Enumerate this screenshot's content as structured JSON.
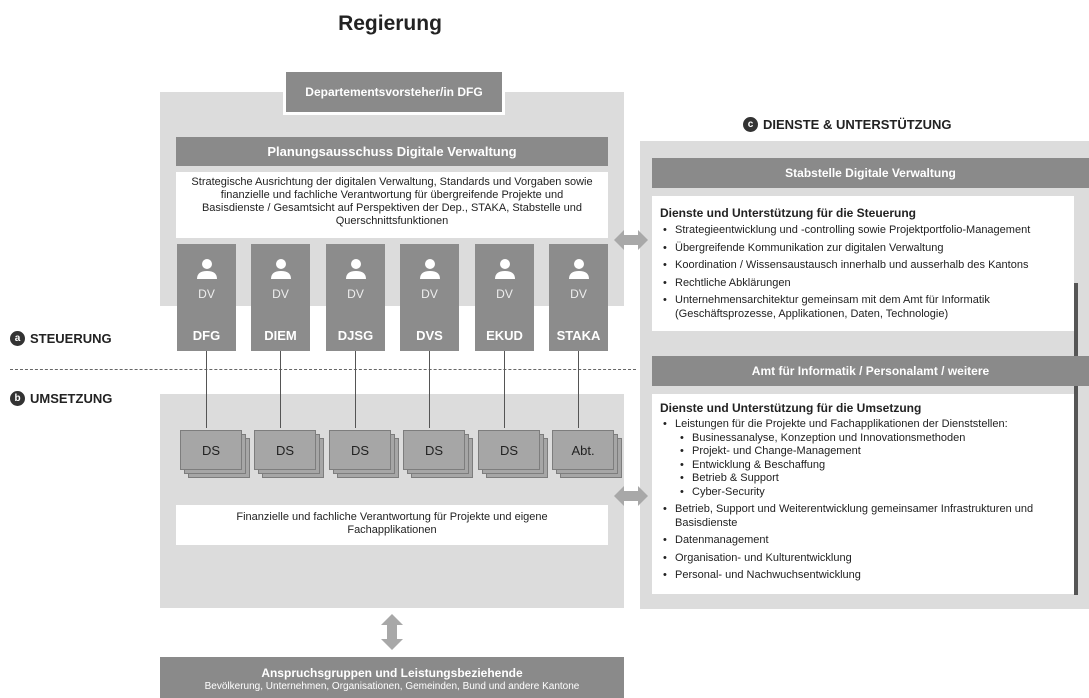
{
  "title": "Regierung",
  "head_box": "Departementsvorsteher/in DFG",
  "planning": {
    "title": "Planungsausschuss Digitale Verwaltung",
    "text": "Strategische Ausrichtung der digitalen Verwaltung, Standards und Vorgaben sowie finanzielle und fachliche Verantwortung für übergreifende Projekte und Basisdienste / Gesamtsicht auf Perspektiven der Dep., STAKA, Stabstelle und Querschnittsfunktionen"
  },
  "departments": [
    {
      "dv": "DV",
      "name": "DFG",
      "unit": "DS"
    },
    {
      "dv": "DV",
      "name": "DIEM",
      "unit": "DS"
    },
    {
      "dv": "DV",
      "name": "DJSG",
      "unit": "DS"
    },
    {
      "dv": "DV",
      "name": "DVS",
      "unit": "DS"
    },
    {
      "dv": "DV",
      "name": "EKUD",
      "unit": "DS"
    },
    {
      "dv": "DV",
      "name": "STAKA",
      "unit": "Abt."
    }
  ],
  "sections": {
    "a": {
      "badge": "a",
      "label": "STEUERUNG"
    },
    "b": {
      "badge": "b",
      "label": "UMSETZUNG"
    },
    "c": {
      "badge": "c",
      "label": "DIENSTE & UNTERSTÜTZUNG"
    }
  },
  "umsetzung_text": "Finanzielle und fachliche Verantwortung für Projekte und eigene Fachapplikationen",
  "stabstelle": {
    "title": "Stabstelle Digitale Verwaltung",
    "heading": "Dienste und Unterstützung für die Steuerung",
    "items": [
      "Strategieentwicklung und -controlling sowie Projektportfolio-Management",
      "Übergreifende Kommunikation zur digitalen Verwaltung",
      "Koordination / Wissensaustausch innerhalb und ausserhalb des Kantons",
      "Rechtliche Abklärungen",
      "Unternehmensarchitektur gemeinsam mit dem Amt für Informatik (Geschäftsprozesse, Applikationen, Daten, Technologie)"
    ]
  },
  "amt": {
    "title": "Amt für Informatik / Personalamt / weitere",
    "heading": "Dienste und Unterstützung für die Umsetzung",
    "intro": "Leistungen für die Projekte und Fachapplikationen der Dienststellen:",
    "subitems": [
      "Businessanalyse, Konzeption und Innovationsmethoden",
      "Projekt- und Change-Management",
      "Entwicklung & Beschaffung",
      "Betrieb & Support",
      "Cyber-Security"
    ],
    "items": [
      "Betrieb, Support und Weiterentwicklung gemeinsamer Infrastrukturen und Basisdienste",
      "Datenmanagement",
      "Organisation- und Kulturentwicklung",
      "Personal- und Nachwuchsentwicklung"
    ]
  },
  "stakeholders": {
    "title": "Anspruchsgruppen und Leistungsbeziehende",
    "text": "Bevölkerung, Unternehmen, Organisationen, Gemeinden, Bund und andere Kantone"
  }
}
